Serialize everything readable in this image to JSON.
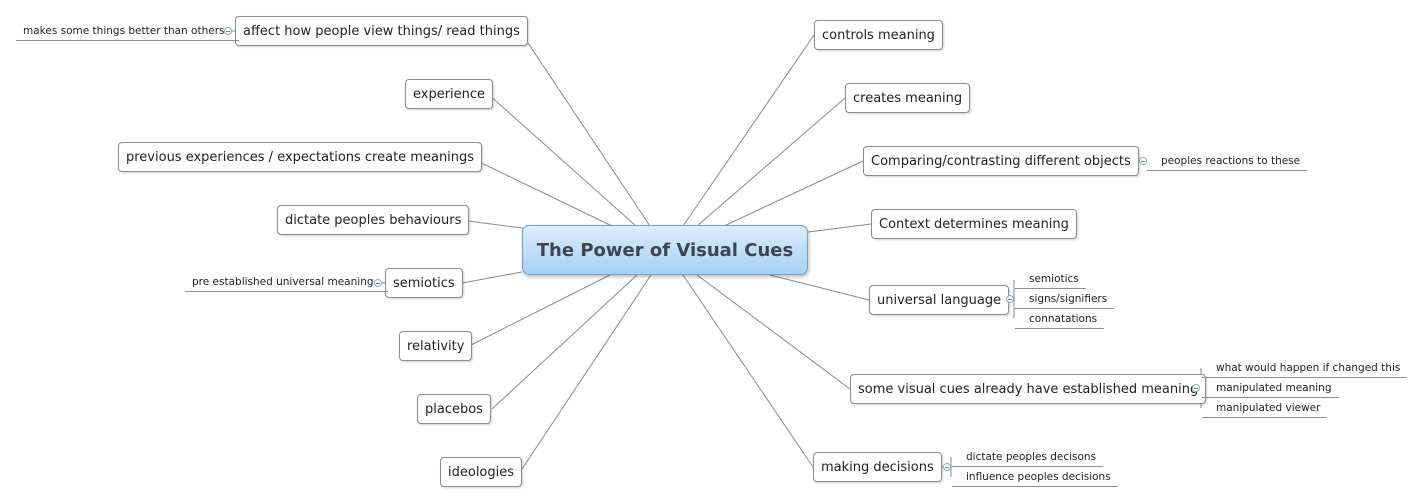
{
  "central": "The Power of Visual Cues",
  "left_topics": [
    {
      "label": "affect how people view things/ read things",
      "subs": [
        "makes some things better than others"
      ]
    },
    {
      "label": "experience"
    },
    {
      "label": "previous experiences / expectations create meanings"
    },
    {
      "label": "dictate peoples behaviours"
    },
    {
      "label": "semiotics",
      "subs": [
        "pre established universal meaning"
      ]
    },
    {
      "label": "relativity"
    },
    {
      "label": "placebos"
    },
    {
      "label": "ideologies"
    }
  ],
  "right_topics": [
    {
      "label": "controls meaning"
    },
    {
      "label": "creates meaning"
    },
    {
      "label": "Comparing/contrasting different objects",
      "subs": [
        "peoples reactions to these"
      ]
    },
    {
      "label": "Context determines meaning"
    },
    {
      "label": "universal language",
      "subs": [
        "semiotics",
        "signs/signifiers",
        "connatations"
      ]
    },
    {
      "label": "some visual cues already have established meaning",
      "subs": [
        "what would happen if changed this",
        "manipulated meaning",
        "manipulated viewer"
      ]
    },
    {
      "label": "making decisions",
      "subs": [
        "dictate peoples decisons",
        "influence peoples decisions"
      ]
    }
  ],
  "colors": {
    "central_border": "#6fa2d3",
    "central_fill_top": "#ddeefc",
    "central_fill_bottom": "#a7cff4",
    "line": "#8a8a8a"
  }
}
